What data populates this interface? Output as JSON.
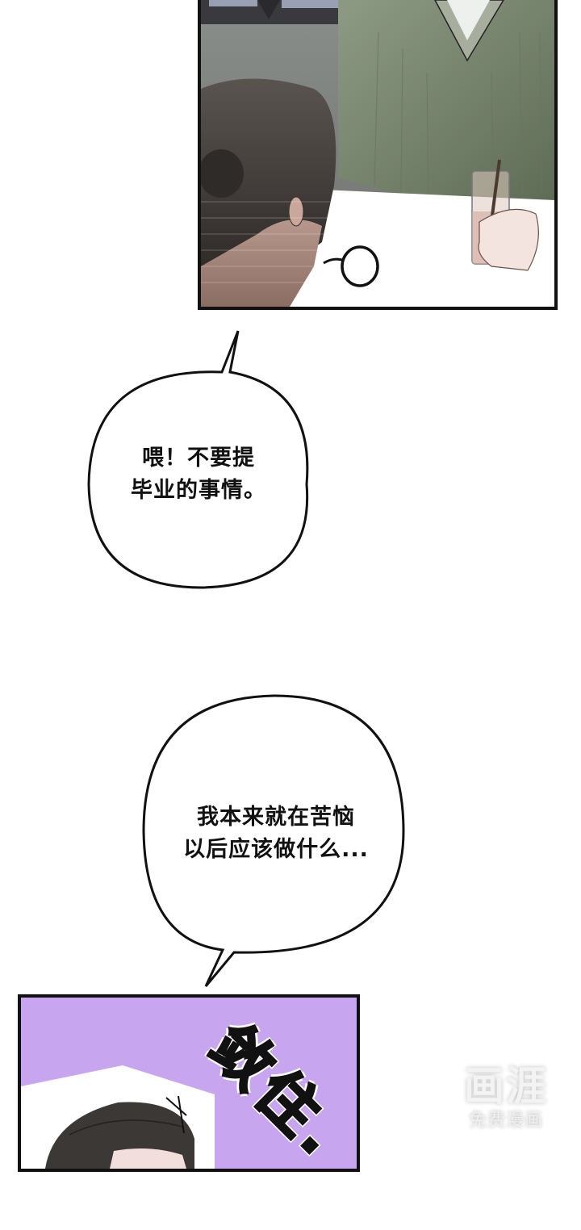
{
  "comic": {
    "panels": [
      {
        "id": "top-panel",
        "scene": "cafe table, man in green cable-knit sweater holding a glass with a straw; another man with tied-back hair seen from behind",
        "small_bubble_text": ""
      },
      {
        "id": "bottom-panel",
        "scene": "purple background, man with slicked dark hair, annoyance mark",
        "sfx_text": "敛住."
      }
    ],
    "bubbles": [
      {
        "id": "bubble-1",
        "lines": [
          "喂！不要提",
          "毕业的事情。"
        ]
      },
      {
        "id": "bubble-2",
        "lines": [
          "我本来就在苦恼",
          "以后应该做什么..."
        ]
      }
    ],
    "watermark": {
      "logo": "画涯",
      "subtitle": "免费漫画"
    },
    "colors": {
      "sweater_green": "#7d8a73",
      "purple_bg": "#c8a6ef",
      "panel_border": "#111111",
      "table_white": "#ffffff"
    }
  }
}
